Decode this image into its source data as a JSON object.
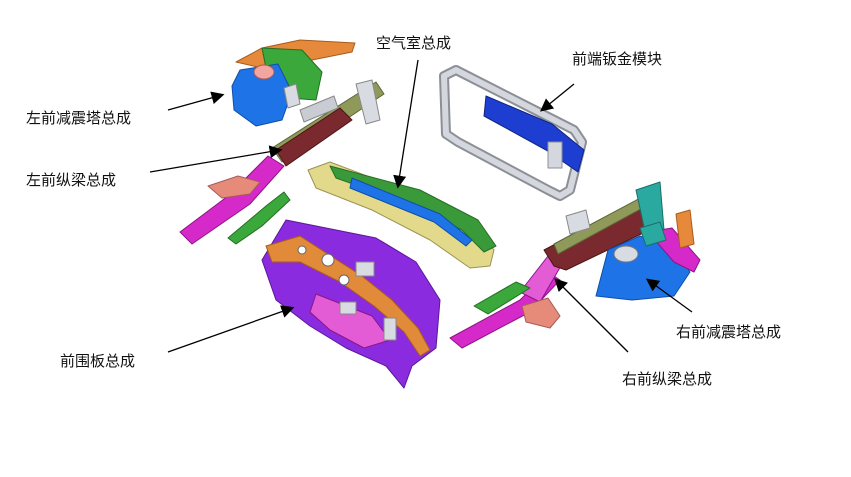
{
  "labels": {
    "left_strut_tower": "左前减震塔总成",
    "left_rail": "左前纵梁总成",
    "plenum": "空气室总成",
    "front_module": "前端钣金模块",
    "dash_panel": "前围板总成",
    "right_rail": "右前纵梁总成",
    "right_strut_tower": "右前减震塔总成"
  },
  "colors": {
    "tower_blue": "#1e73e6",
    "tower_green": "#3aa83a",
    "rail_magenta": "#d629c9",
    "rail_maroon": "#7a2a2e",
    "rail_olive": "#8f9a5a",
    "rail_salmon": "#e68a7a",
    "plenum_yellow": "#e3d98a",
    "plenum_green": "#3a9a3a",
    "dash_purple": "#8b2be0",
    "dash_orange": "#e08a3a",
    "module_silver": "#c9ccd3",
    "module_blue": "#1d3ed1",
    "bracket_orange": "#e6893a",
    "teal": "#2aa9a0"
  }
}
